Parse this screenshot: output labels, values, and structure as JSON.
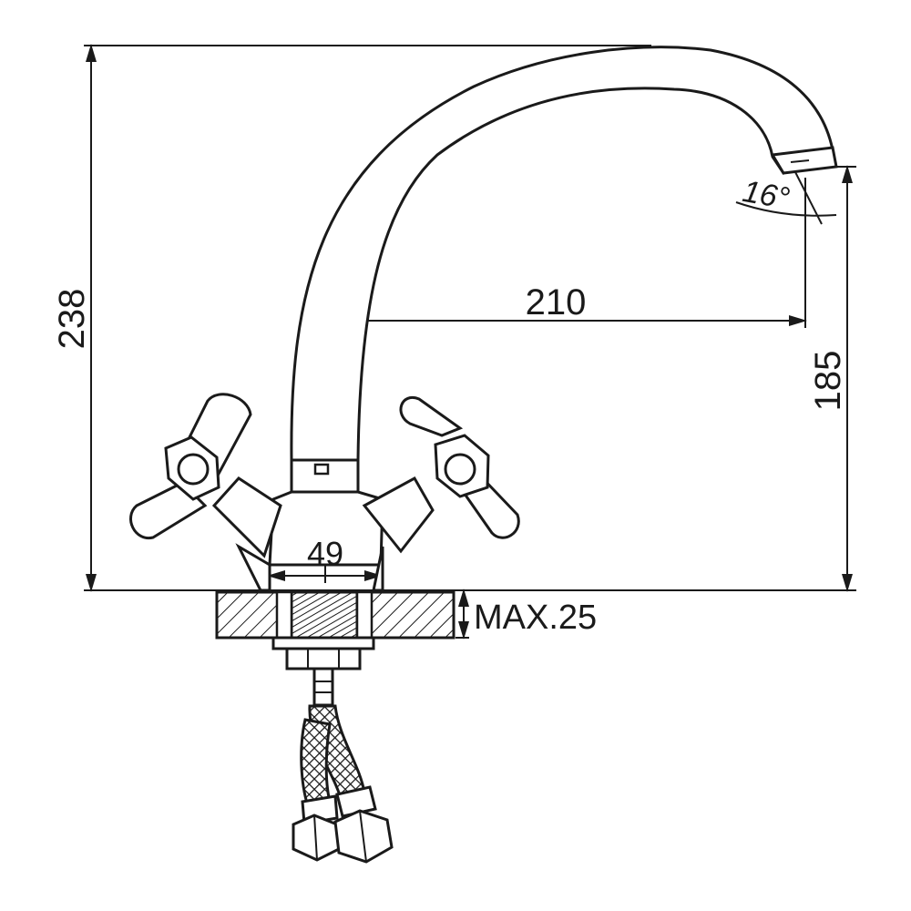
{
  "dimensions": {
    "total_height": "238",
    "spout_reach": "210",
    "spout_height": "185",
    "base_width": "49",
    "max_thickness": "MAX.25",
    "spout_angle": "16°"
  },
  "colors": {
    "line": "#1a1a1a",
    "background": "#ffffff"
  }
}
